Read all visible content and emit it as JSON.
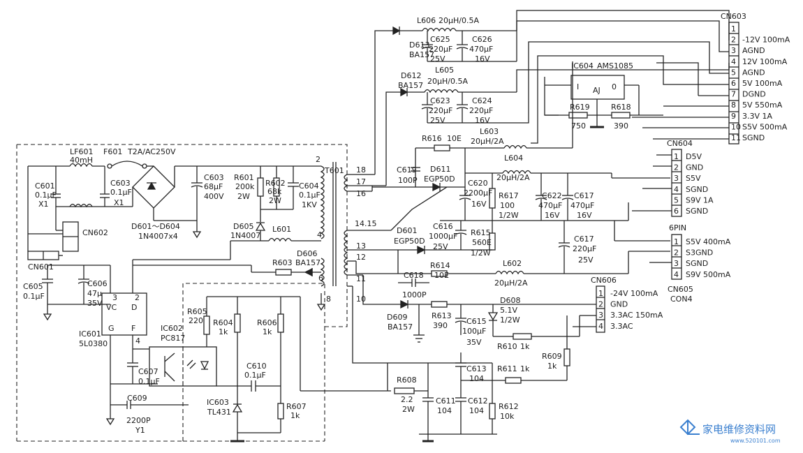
{
  "labels": {
    "lf601": "LF601",
    "lf601_v": "40mH",
    "f601": "F601",
    "f601_v": "T2A/AC250V",
    "c601": "C601",
    "c601_v": "0.1μF",
    "c601_t": "X1",
    "c603a": "C603",
    "c603a_v": "0.1μF",
    "c603a_t": "X1",
    "bridge": "D601～D604",
    "bridge_v": "1N4007x4",
    "c603": "C603",
    "c603_v": "68μF",
    "c603_v2": "400V",
    "r601": "R601",
    "r601_v": "200k",
    "r601_v2": "2W",
    "r602": "R602",
    "r602_v": "68k",
    "r602_v2": "2W",
    "c604": "C604",
    "c604_v": "0.1μF",
    "c604_v2": "1KV",
    "t601": "T601",
    "d605": "D605",
    "d605_v": "1N4007",
    "l601": "L601",
    "d606": "D606",
    "d606_v": "BA157",
    "r603": "R603",
    "cn602": "CN602",
    "cn601": "CN601",
    "c605": "C605",
    "c605_v": "0.1μF",
    "c606": "C606",
    "c606_v": "47μ",
    "c606_v2": "35V",
    "ic601": "IC601",
    "ic601_v": "5L0380",
    "ic602": "IC602",
    "ic602_v": "PC817",
    "c607": "C607",
    "c607_v": "0.1μF",
    "c609": "C609",
    "c609_v": "2200P",
    "c609_t": "Y1",
    "r605": "R605",
    "r605_v": "220",
    "r604": "R604",
    "r604_v": "1k",
    "r606": "R606",
    "r606_v": "1k",
    "c610": "C610",
    "c610_v": "0.1μF",
    "ic603": "IC603",
    "ic603_v": "TL431",
    "r607": "R607",
    "r607_v": "1k",
    "l606": "L606",
    "l606_v": "20μH/0.5A",
    "d613": "D613",
    "d613_v": "BA157",
    "c625": "C625",
    "c625_v": "220μF",
    "c625_v2": "25V",
    "c626": "C626",
    "c626_v": "470μF",
    "c626_v2": "16V",
    "d612": "D612",
    "d612_v": "BA157",
    "l605": "L605",
    "l605_v": "20μH/0.5A",
    "c623": "C623",
    "c623_v": "220μF",
    "c623_v2": "25V",
    "c624": "C624",
    "c624_v": "220μF",
    "c624_v2": "16V",
    "ic604": "IC604",
    "ic604_v": "AMS1085",
    "ic604_i": "I",
    "ic604_o": "0",
    "ic604_aj": "AJ",
    "r619": "R619",
    "r619_v": "750",
    "r618": "R618",
    "r618_v": "390",
    "r616": "R616",
    "r616_v": "10E",
    "l603": "L603",
    "l603_v": "20μH/2A",
    "c619": "C619",
    "c619_v": "100P",
    "d611": "D611",
    "d611_v": "EGP50D",
    "c620": "C620",
    "c620_v": "2200μF",
    "c620_v2": "16V",
    "l604": "L604",
    "l604_v": "20μH/2A",
    "r617": "R617",
    "r617_v": "100",
    "r617_v2": "1/2W",
    "c622": "C622",
    "c622_v": "470μF",
    "c622_v2": "16V",
    "c617": "C617",
    "c617_v": "470μF",
    "c617_v2": "16V",
    "d601": "D601",
    "d601_v": "EGP50D",
    "c616": "C616",
    "c616_v": "1000μF",
    "c616_v2": "25V",
    "r615": "R615",
    "r615_v": "560E",
    "r615_v2": "1/2W",
    "c617b": "C617",
    "c617b_v": "220μF",
    "c617b_v2": "25V",
    "c618": "C618",
    "c618_v": "1000P",
    "r614": "R614",
    "r614_v": "10E",
    "l602": "L602",
    "l602_v": "20μH/2A",
    "d609": "D609",
    "d609_v": "BA157",
    "r613": "R613",
    "r613_v": "390",
    "c615": "C615",
    "c615_v": "100μF",
    "c615_v2": "35V",
    "d608": "D608",
    "d608_v": "5.1V",
    "d608_v2": "1/2W",
    "r610": "R610",
    "r610_v": "1k",
    "r609": "R609",
    "r609_v": "1k",
    "c613": "C613",
    "c613_v": "104",
    "r611": "R611",
    "r611_v": "1k",
    "r608": "R608",
    "r608_v": "2.2",
    "r608_v2": "2W",
    "c611": "C611",
    "c611_v": "104",
    "c612": "C612",
    "c612_v": "104",
    "r612": "R612",
    "r612_v": "10k",
    "t_pins": [
      "18",
      "17",
      "16",
      "14.15",
      "13",
      "12",
      "11",
      "10",
      "2",
      "4",
      "6",
      "8"
    ],
    "ic601_pins": [
      "VC",
      "D",
      "G",
      "F",
      "3",
      "2",
      "4"
    ]
  },
  "cn603": {
    "name": "CN603",
    "pins": [
      "1",
      "2",
      "3",
      "4",
      "5",
      "6",
      "7",
      "8",
      "9",
      "10",
      "11"
    ],
    "signals": [
      "-12V 100mA",
      "AGND",
      "12V 100mA",
      "AGND",
      "5V 100mA",
      "DGND",
      "5V 550mA",
      "3.3V 1A",
      "S5V 500mA",
      "SGND"
    ]
  },
  "cn604": {
    "name": "CN604",
    "pins": [
      "1",
      "2",
      "3",
      "4",
      "5",
      "6"
    ],
    "signals": [
      "D5V",
      "GND",
      "S5V",
      "SGND",
      "S9V 1A",
      "SGND"
    ]
  },
  "cn605": {
    "name": "CN605",
    "header": "6PIN",
    "sub": "CON4",
    "pins": [
      "1",
      "2",
      "3",
      "4"
    ],
    "signals": [
      "S5V 400mA",
      "S3GND",
      "SGND",
      "S9V 500mA"
    ]
  },
  "cn606": {
    "name": "CN606",
    "pins": [
      "1",
      "2",
      "3",
      "4"
    ],
    "signals": [
      "-24V 100mA",
      "GND",
      "3.3AC 150mA",
      "3.3AC"
    ]
  },
  "watermark": {
    "cn": "家电维修资料网",
    "url": "www.520101.com"
  }
}
